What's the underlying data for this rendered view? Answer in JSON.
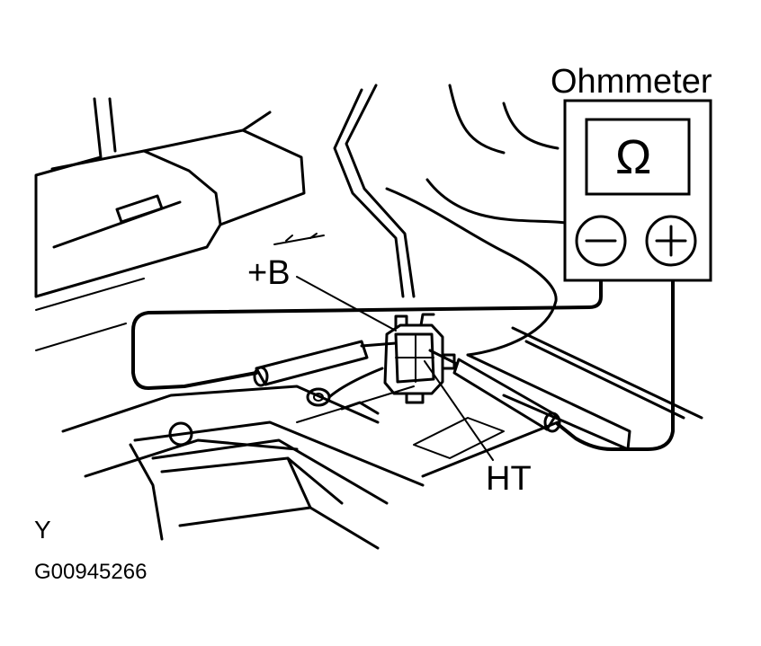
{
  "labels": {
    "meter_title": "Ohmmeter",
    "ohm_symbol": "Ω",
    "terminal_b": "+B",
    "terminal_ht": "HT",
    "view_letter": "Y",
    "figure_code": "G00945266"
  },
  "icons": [
    "minus-terminal-icon",
    "plus-terminal-icon",
    "ohm-icon"
  ]
}
